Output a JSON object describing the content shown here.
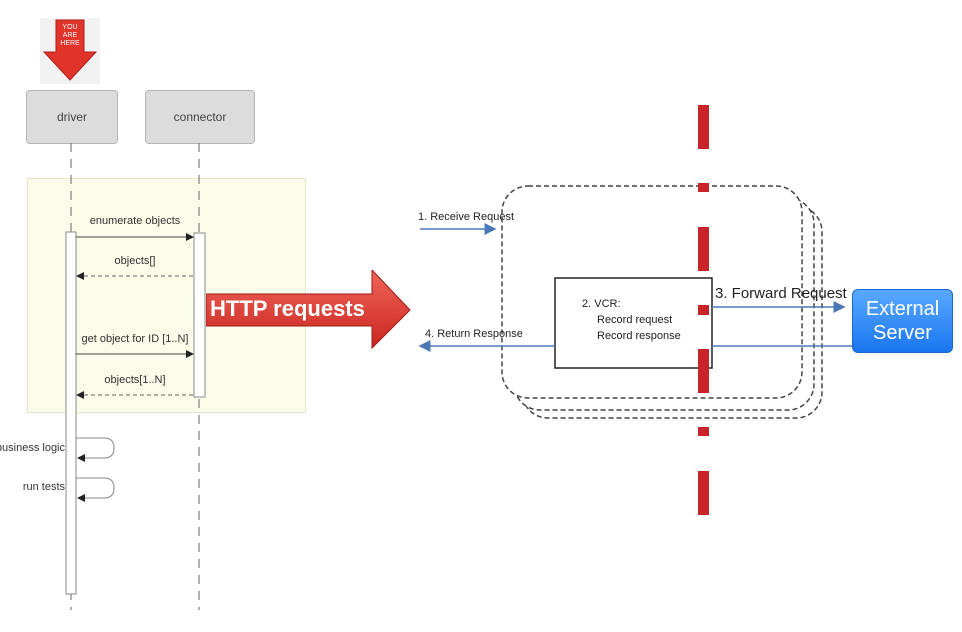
{
  "you_are_here": {
    "line1": "YOU",
    "line2": "ARE",
    "line3": "HERE"
  },
  "sequence": {
    "driver": "driver",
    "connector": "connector",
    "msg_enumerate": "enumerate objects",
    "msg_objects": "objects[]",
    "msg_get_object": "get object for ID [1..N]",
    "msg_objects_n": "objects[1..N]",
    "business_logic": "business logic",
    "run_tests": "run tests"
  },
  "arrow_label": "HTTP requests",
  "vcr": {
    "receive": "1. Receive Request",
    "vcr_title": "2. VCR:",
    "record_request": "Record request",
    "record_response": "Record response",
    "forward": "3. Forward Request",
    "return": "4. Return Response"
  },
  "external_server": {
    "line1": "External",
    "line2": "Server"
  },
  "colors": {
    "arrow_red": "#d9342b",
    "dash_red": "#c8242a",
    "message_blue": "#4d78b8",
    "server_blue": "#2a85ff",
    "panel_yellow": "#fbfbe9"
  }
}
